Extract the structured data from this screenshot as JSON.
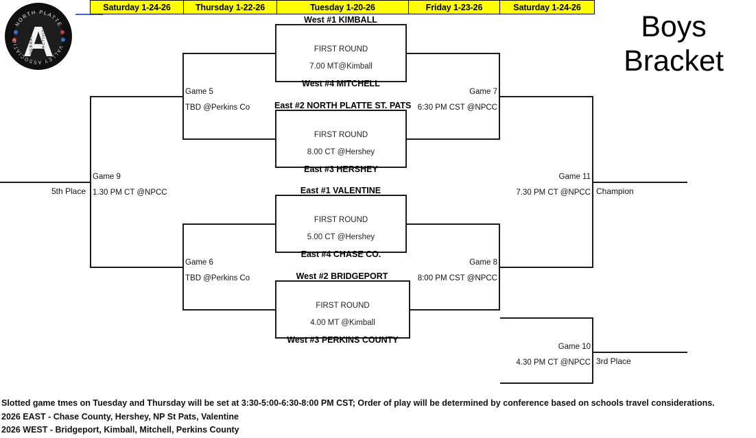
{
  "title": {
    "line1": "Boys",
    "line2": "Bracket"
  },
  "logo": {
    "top_text": "NORTH PLATTE",
    "bottom_text": "VALLEY ASSOCIATION",
    "letter": "A",
    "inner_words": [
      "ACTIVITY",
      "NEBRASKA"
    ]
  },
  "date_header": [
    {
      "label": "Saturday 1-24-26",
      "width": 136
    },
    {
      "label": "Thursday 1-22-26",
      "width": 136
    },
    {
      "label": "Tuesday 1-20-26",
      "width": 192
    },
    {
      "label": "Friday 1-23-26",
      "width": 133
    },
    {
      "label": "Saturday 1-24-26",
      "width": 137
    }
  ],
  "first_round": [
    {
      "top_team": "West #1 KIMBALL",
      "round": "FIRST ROUND",
      "time": "7.00 MT@Kimball",
      "bottom_team": "West #4 MITCHELL"
    },
    {
      "top_team": "East #2 NORTH PLATTE ST. PATS",
      "round": "FIRST ROUND",
      "time": "8.00 CT @Hershey",
      "bottom_team": "East #3  HERSHEY"
    },
    {
      "top_team": "East #1 VALENTINE",
      "round": "FIRST ROUND",
      "time": "5.00 CT @Hershey",
      "bottom_team": "East #4 CHASE CO."
    },
    {
      "top_team": "West #2 BRIDGEPORT",
      "round": "FIRST ROUND",
      "time": "4.00 MT @Kimball",
      "bottom_team": "West #3 PERKINS COUNTY"
    }
  ],
  "games": {
    "game5": {
      "name": "Game 5",
      "time": "TBD @Perkins Co"
    },
    "game6": {
      "name": "Game 6",
      "time": "TBD @Perkins Co"
    },
    "game7": {
      "name": "Game 7",
      "time": "6:30 PM CST @NPCC"
    },
    "game8": {
      "name": "Game 8",
      "time": "8:00 PM CST @NPCC"
    },
    "game9": {
      "name": "Game 9",
      "time": "1.30 PM CT @NPCC"
    },
    "game10": {
      "name": "Game 10",
      "time": "4.30 PM CT @NPCC"
    },
    "game11": {
      "name": "Game 11",
      "time": "7.30 PM CT @NPCC"
    }
  },
  "results": {
    "fifth_place": "5th Place",
    "champion": "Champion",
    "third_place": "3rd Place"
  },
  "footer": {
    "line1": "Slotted game tmes on Tuesday and Thursday will be set at 3:30-5:00-6:30-8:00 PM CST; Order of play will be determined by conference based on schools travel considerations.",
    "line2": "2026 EAST - Chase County, Hershey, NP St Pats, Valentine",
    "line3": "2026 WEST - Bridgeport, Kimball, Mitchell, Perkins County"
  },
  "colors": {
    "header_yellow": "#ffff00",
    "line_black": "#1a1a1a",
    "blue_rule": "#3a67c9"
  }
}
